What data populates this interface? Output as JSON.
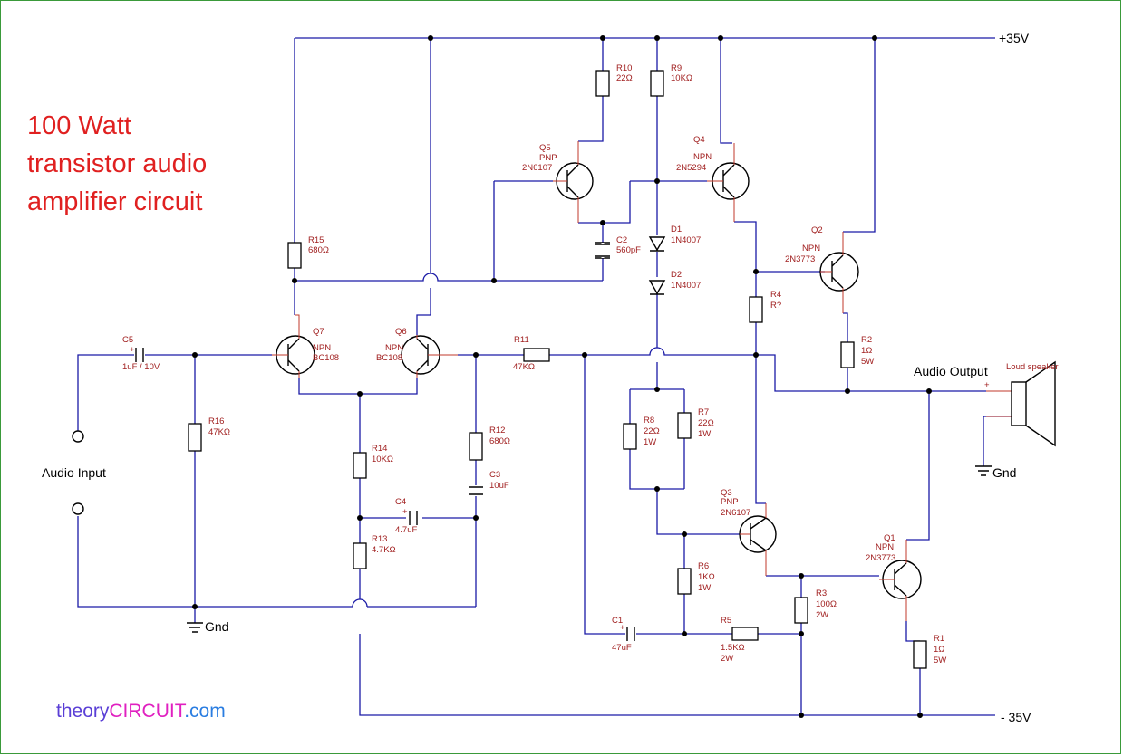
{
  "title_lines": [
    "100 Watt",
    "transistor audio",
    "amplifier circuit"
  ],
  "rails": {
    "positive": "+35V",
    "negative": "- 35V"
  },
  "io": {
    "input": "Audio Input",
    "output": "Audio Output",
    "speaker": "Loud speaker",
    "gnd": "Gnd",
    "plus": "+"
  },
  "components": {
    "R15": [
      "R15",
      "680Ω"
    ],
    "R10": [
      "R10",
      "22Ω"
    ],
    "R9": [
      "R9",
      "10KΩ"
    ],
    "Q5": [
      "Q5",
      "PNP",
      "2N6107"
    ],
    "Q4": [
      "Q4",
      "NPN",
      "2N5294"
    ],
    "C2": [
      "C2",
      "560pF"
    ],
    "D1": [
      "D1",
      "1N4007"
    ],
    "D2": [
      "D2",
      "1N4007"
    ],
    "Q2": [
      "Q2",
      "NPN",
      "2N3773"
    ],
    "R4": [
      "R4",
      "R?"
    ],
    "R2": [
      "R2",
      "1Ω",
      "5W"
    ],
    "C5": [
      "C5",
      "1uF / 10V"
    ],
    "Q7": [
      "Q7",
      "NPN",
      "BC108"
    ],
    "Q6": [
      "Q6",
      "NPN",
      "BC108"
    ],
    "R11": [
      "R11",
      "47KΩ"
    ],
    "R16": [
      "R16",
      "47KΩ"
    ],
    "R8": [
      "R8",
      "22Ω",
      "1W"
    ],
    "R7": [
      "R7",
      "22Ω",
      "1W"
    ],
    "R12": [
      "R12",
      "680Ω"
    ],
    "R14": [
      "R14",
      "10KΩ"
    ],
    "C3": [
      "C3",
      "10uF"
    ],
    "C4": [
      "C4",
      "4.7uF"
    ],
    "Q3": [
      "Q3",
      "PNP",
      "2N6107"
    ],
    "R13": [
      "R13",
      "4.7KΩ"
    ],
    "R6": [
      "R6",
      "1KΩ",
      "1W"
    ],
    "Q1": [
      "Q1",
      "NPN",
      "2N3773"
    ],
    "R3": [
      "R3",
      "100Ω",
      "2W"
    ],
    "C1": [
      "C1",
      "47uF"
    ],
    "R5": [
      "R5",
      "1.5KΩ",
      "2W"
    ],
    "R1": [
      "R1",
      "1Ω",
      "5W"
    ]
  },
  "brand": {
    "part1": "theory",
    "part2": "CIRCUIT",
    "part3": ".com",
    "color1": "#5a3fd6",
    "color2": "#e020c0",
    "color3": "#2a7de1"
  }
}
